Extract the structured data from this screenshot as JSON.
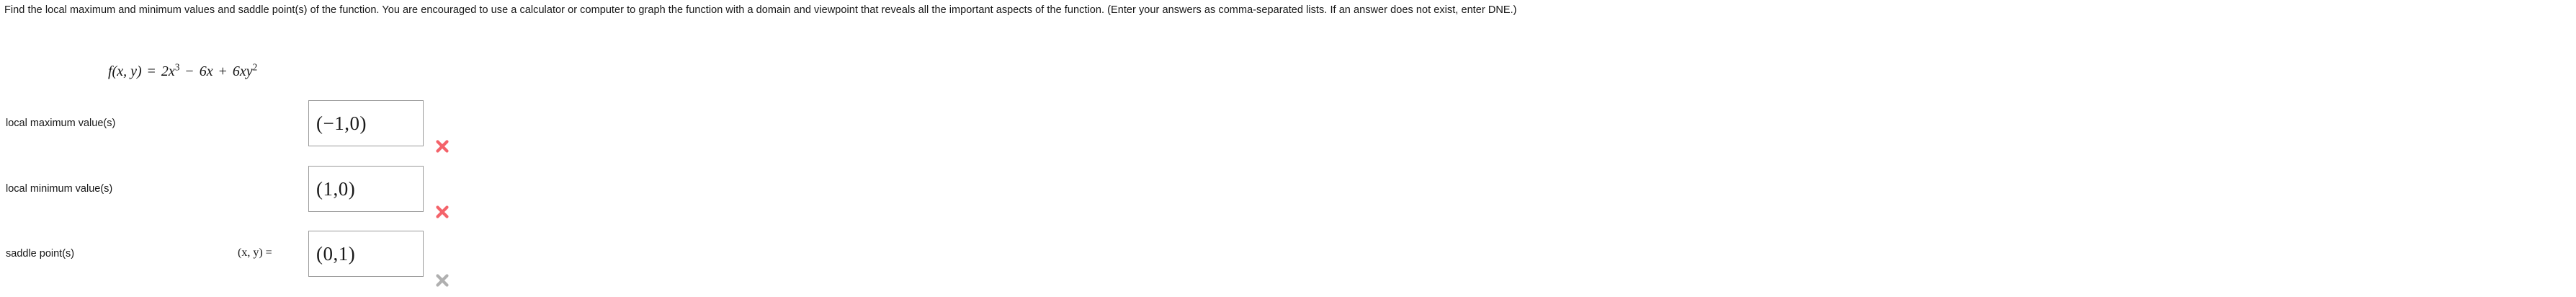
{
  "problem": {
    "statement": "Find the local maximum and minimum values and saddle point(s) of the function. You are encouraged to use a calculator or computer to graph the function with a domain and viewpoint that reveals all the important aspects of the function. (Enter your answers as comma-separated lists. If an answer does not exist, enter DNE.)"
  },
  "function": {
    "lhs": "f(x, y)",
    "equals": "=",
    "term1_coeff": "2x",
    "term1_exp": "3",
    "op1": "−",
    "term2": "6x",
    "op2": "+",
    "term3_coeff": "6xy",
    "term3_exp": "2",
    "plain": "f(x, y) = 2x^3 - 6x + 6xy^2"
  },
  "rows": [
    {
      "label": "local maximum value(s)",
      "prefix": "",
      "value": "(−1,0)",
      "mark": "incorrect-x-icon",
      "mark_color": "#f4636a"
    },
    {
      "label": "local minimum value(s)",
      "prefix": "",
      "value": "(1,0)",
      "mark": "incorrect-x-icon",
      "mark_color": "#f4636a"
    },
    {
      "label": "saddle point(s)",
      "prefix": "(x, y)  =",
      "value": "(0,1)",
      "mark": "incorrect-x-icon",
      "mark_color": "#b0b0b0"
    }
  ],
  "colors": {
    "text": "#161616",
    "box_border": "#9a9a9a",
    "incorrect_red": "#f4636a",
    "incorrect_gray": "#b0b0b0",
    "background": "#ffffff"
  }
}
